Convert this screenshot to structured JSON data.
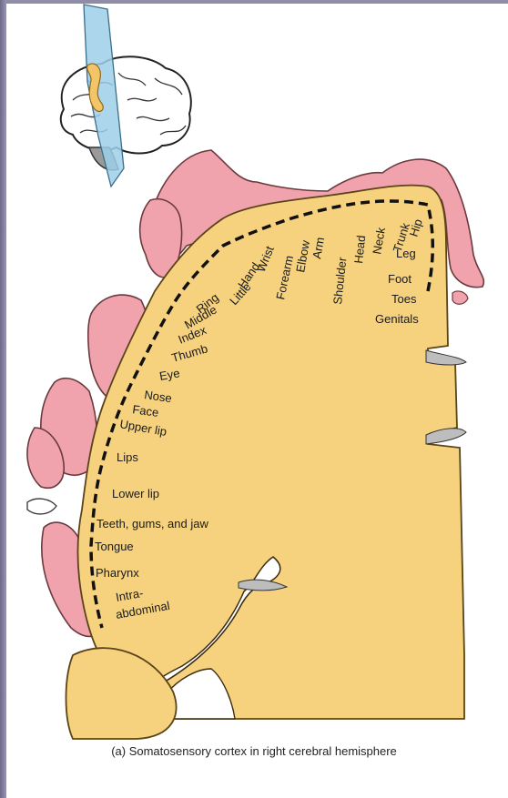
{
  "labels": [
    {
      "id": "leg",
      "text": "Leg"
    },
    {
      "id": "hip",
      "text": "Hip"
    },
    {
      "id": "trunk",
      "text": "Trunk"
    },
    {
      "id": "neck",
      "text": "Neck"
    },
    {
      "id": "head",
      "text": "Head"
    },
    {
      "id": "shoulder",
      "text": "Shoulder"
    },
    {
      "id": "arm",
      "text": "Arm"
    },
    {
      "id": "elbow",
      "text": "Elbow"
    },
    {
      "id": "forearm",
      "text": "Forearm"
    },
    {
      "id": "wrist",
      "text": "Wrist"
    },
    {
      "id": "hand",
      "text": "Hand"
    },
    {
      "id": "little",
      "text": "Little"
    },
    {
      "id": "ring",
      "text": "Ring"
    },
    {
      "id": "middle",
      "text": "Middle"
    },
    {
      "id": "index",
      "text": "Index"
    },
    {
      "id": "thumb",
      "text": "Thumb"
    },
    {
      "id": "eye",
      "text": "Eye"
    },
    {
      "id": "nose",
      "text": "Nose"
    },
    {
      "id": "face",
      "text": "Face"
    },
    {
      "id": "upper-lip",
      "text": "Upper lip"
    },
    {
      "id": "lips",
      "text": "Lips"
    },
    {
      "id": "lower-lip",
      "text": "Lower lip"
    },
    {
      "id": "teeth",
      "text": "Teeth, gums, and jaw"
    },
    {
      "id": "tongue",
      "text": "Tongue"
    },
    {
      "id": "pharynx",
      "text": "Pharynx"
    },
    {
      "id": "intra",
      "text": "Intra-"
    },
    {
      "id": "abdominal",
      "text": "abdominal"
    },
    {
      "id": "foot",
      "text": "Foot"
    },
    {
      "id": "toes",
      "text": "Toes"
    },
    {
      "id": "genitals",
      "text": "Genitals"
    }
  ],
  "caption": "(a) Somatosensory cortex in right cerebral hemisphere",
  "colors": {
    "cortex": "#f6d27e",
    "homunculus": "#f0a3ac",
    "plane": "#9ecfe8",
    "highlight": "#f3c468"
  }
}
